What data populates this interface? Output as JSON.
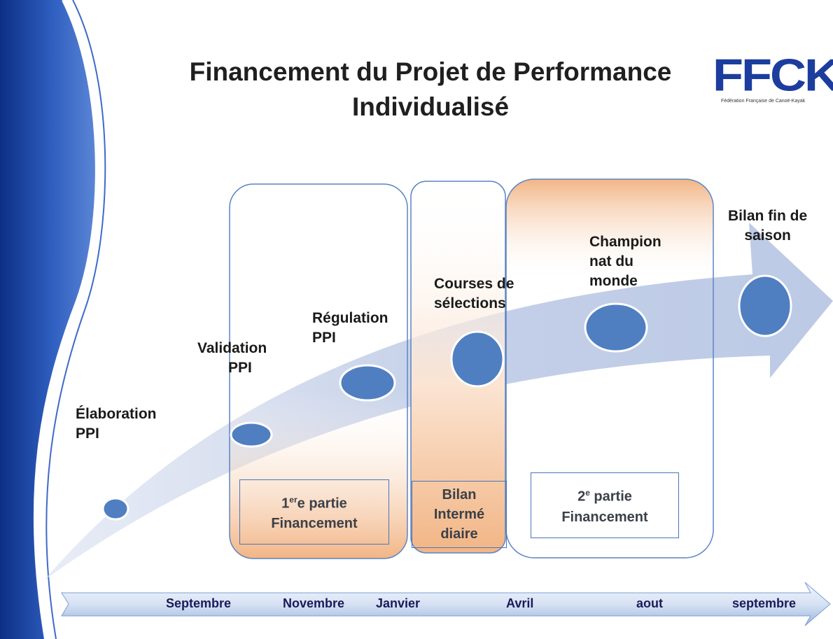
{
  "title": {
    "line1": "Financement du Projet de Performance",
    "line2": "Individualisé"
  },
  "logo": {
    "text": "FFCK",
    "subtitle": "Fédération Française de Canoë-Kayak"
  },
  "milestones": {
    "elaboration": {
      "line1": "Élaboration",
      "line2": "PPI"
    },
    "validation": {
      "line1": "Validation",
      "line2": "PPI"
    },
    "regulation": {
      "line1": "Régulation",
      "line2": "PPI"
    },
    "courses": {
      "line1": "Courses de",
      "line2": "sélections"
    },
    "championnat": {
      "line1": "Champion",
      "line2": "nat du",
      "line3": "monde"
    },
    "bilan_fin": {
      "line1": "Bilan fin de",
      "line2": "saison"
    }
  },
  "phases": {
    "first": {
      "prefix": "1",
      "sup": "er",
      "after_sup": "e partie",
      "line2": "Financement"
    },
    "bilan": {
      "line1": "Bilan",
      "line2": "Intermé",
      "line3": "diaire"
    },
    "second": {
      "prefix": "2",
      "sup": "e",
      "after_sup": " partie",
      "line2": "Financement"
    }
  },
  "months": [
    "Septembre",
    "Novembre",
    "Janvier",
    "Avril",
    "aout",
    "septembre"
  ],
  "colors": {
    "wave_blue": "#1e3f9a",
    "arrow_fill": "#c9d3ea",
    "node_fill": "#4f7fc1",
    "phase_orange": "#f2b585",
    "frame_border": "#5b84c4",
    "timeline_light": "#e3ecf8",
    "timeline_mid": "#9ab6df"
  }
}
